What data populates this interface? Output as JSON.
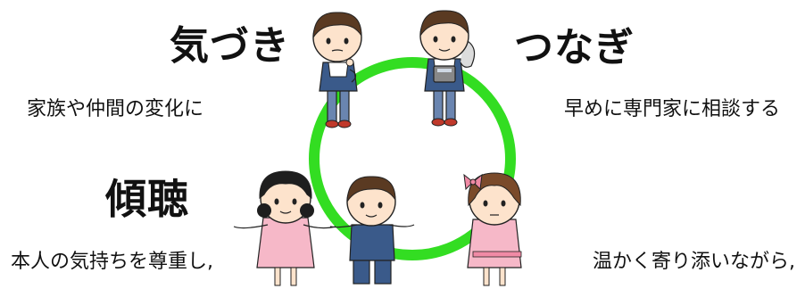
{
  "headings": {
    "kizuki": "気づき",
    "tsunagi": "つなぎ",
    "keicho": "傾聴"
  },
  "captions": {
    "kizuki": "家族や仲間の変化に",
    "tsunagi": "早めに専門家に相談する",
    "keicho": "本人の気持ちを尊重し,",
    "soi": "温かく寄り添いながら,"
  },
  "colors": {
    "ring": "#33dd22",
    "text": "#111111",
    "skin": "#fde3cc",
    "hair": "#5a3a22",
    "pink_dress": "#f6b8c8",
    "overalls": "#3a5a8a",
    "pants": "#6a85b0"
  },
  "figures": [
    {
      "name": "boy-thinking-figure"
    },
    {
      "name": "boy-with-phone-figure"
    },
    {
      "name": "girl-left-figure"
    },
    {
      "name": "boy-center-figure"
    },
    {
      "name": "girl-bow-figure"
    }
  ]
}
